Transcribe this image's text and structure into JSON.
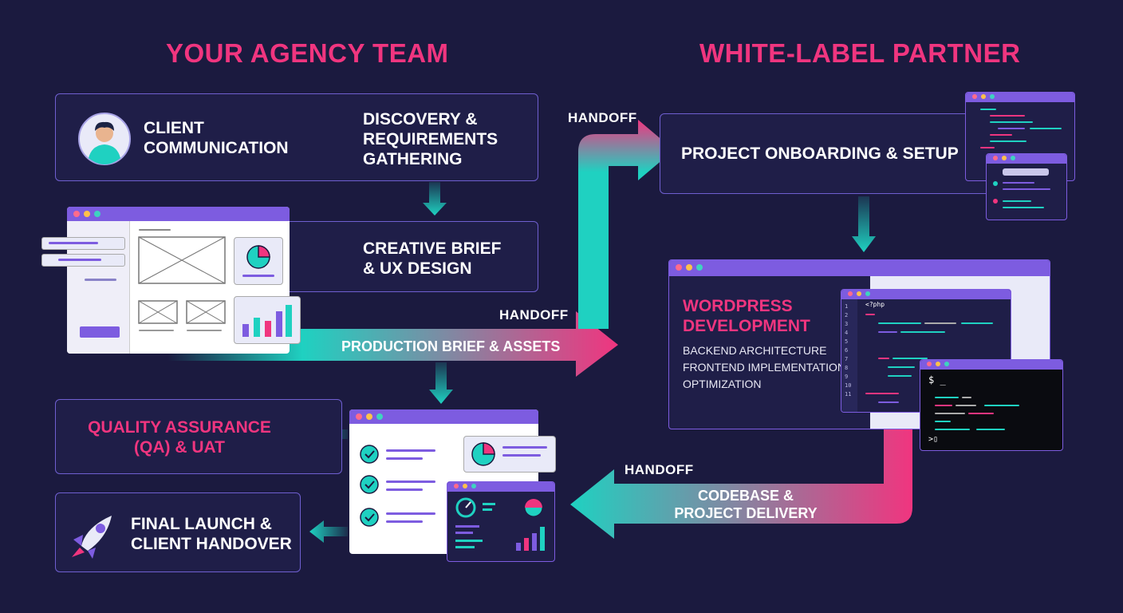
{
  "headings": {
    "left": "YOUR AGENCY TEAM",
    "right": "WHITE-LABEL PARTNER"
  },
  "agency": {
    "client_communication": "CLIENT\nCOMMUNICATION",
    "discovery": "DISCOVERY &\nREQUIREMENTS\nGATHERING",
    "creative_brief": "CREATIVE BRIEF\n& UX DESIGN",
    "qa": "QUALITY ASSURANCE\n(QA) & UAT",
    "launch": "FINAL LAUNCH &\nCLIENT HANDOVER"
  },
  "partner": {
    "onboarding": "PROJECT ONBOARDING & SETUP",
    "wordpress_title": "WORDPRESS\nDEVELOPMENT",
    "wordpress_items": [
      "BACKEND ARCHITECTURE",
      "FRONTEND IMPLEMENTATION",
      "OPTIMIZATION"
    ]
  },
  "handoffs": {
    "top": "HANDOFF",
    "middle": "HANDOFF",
    "bottom": "HANDOFF"
  },
  "arrows": {
    "production": "PRODUCTION BRIEF & ASSETS",
    "delivery": "CODEBASE &\nPROJECT DELIVERY"
  },
  "code": {
    "php_tag": "<?php",
    "line_numbers": [
      "1",
      "2",
      "3",
      "4",
      "5",
      "6",
      "7",
      "8",
      "9",
      "10",
      "11"
    ],
    "terminal_prompt": "$ _",
    "terminal_cursor": ">▯"
  },
  "colors": {
    "background": "#1b1a3f",
    "accent_pink": "#f0357f",
    "accent_teal": "#1fd1c1",
    "accent_purple": "#7d5ce0",
    "box_border": "#6f5fd0"
  }
}
